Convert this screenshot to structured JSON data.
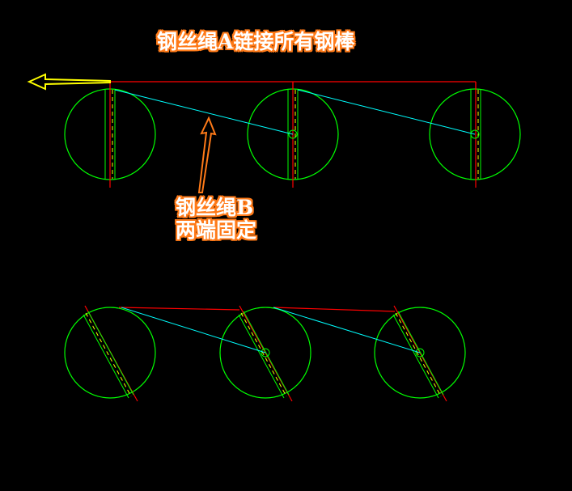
{
  "title": "钢丝绳A链接所有钢棒",
  "caption_b": {
    "line1": "钢丝绳B",
    "line2": "两端固定"
  },
  "colors": {
    "background": "#000000",
    "circle": "#00ff00",
    "rope_a": "#ff0000",
    "rope_b": "#00ffff",
    "rod_dash": "#ffff00",
    "pull_arrow": "#ffff00",
    "callout_arrow": "#ff7a18",
    "text_fill": "#ffffff",
    "text_outline": "#ff7a18"
  }
}
